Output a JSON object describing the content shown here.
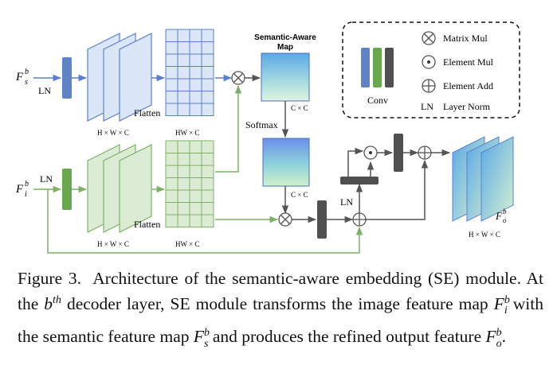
{
  "diagram": {
    "labels": {
      "semantic_aware_map": [
        "Semantic-Aware",
        "Map"
      ],
      "flatten_top": "Flatten",
      "flatten_bottom": "Flatten",
      "softmax": "Softmax",
      "ln_top": "LN",
      "ln_bottom": "LN",
      "ln_mid": "LN",
      "dim_hwc_top": "H × W × C",
      "dim_hwc_bottom": "H × W × C",
      "dim_hwc_out": "H × W × C",
      "dim_hw_c_top": "HW × C",
      "dim_hw_c_bottom": "HW × C",
      "dim_cc_top": "C × C",
      "dim_cc_bottom": "C × C"
    },
    "inputs": {
      "fs_base": "F",
      "fs_sub": "s",
      "fs_sup": "b",
      "fi_base": "F",
      "fi_sub": "i",
      "fi_sup": "b",
      "fo_base": "F",
      "fo_sub": "o",
      "fo_sup": "b"
    },
    "legend": {
      "conv": "Conv",
      "matrix_mul": "Matrix Mul",
      "element_mul": "Element Mul",
      "element_add": "Element Add",
      "ln_abbr": "LN",
      "layer_norm": "Layer Norm"
    },
    "colors": {
      "blue_fill": "#dbe6f8",
      "blue_edge": "#5b7fd0",
      "green_fill": "#dcebd3",
      "green_edge": "#7fb069",
      "ln_blue": "#5f84c4",
      "ln_green": "#6aa84f",
      "dark": "#505050",
      "line_gray": "#555555",
      "line_green": "#7fb069"
    }
  },
  "caption": {
    "lead": "Figure 3.",
    "part1": "Architecture of the semantic-aware embedding (SE) module. At the ",
    "b": "b",
    "th": "th",
    "part2": " decoder layer, SE module transforms the image feature map ",
    "fi_base": "F",
    "fi_sub": "i",
    "fi_sup": "b",
    "part3": " with the semantic feature map ",
    "fs_base": "F",
    "fs_sub": "s",
    "fs_sup": "b",
    "part4": " and produces the refined output feature ",
    "fo_base": "F",
    "fo_sub": "o",
    "fo_sup": "b",
    "part5": "."
  }
}
